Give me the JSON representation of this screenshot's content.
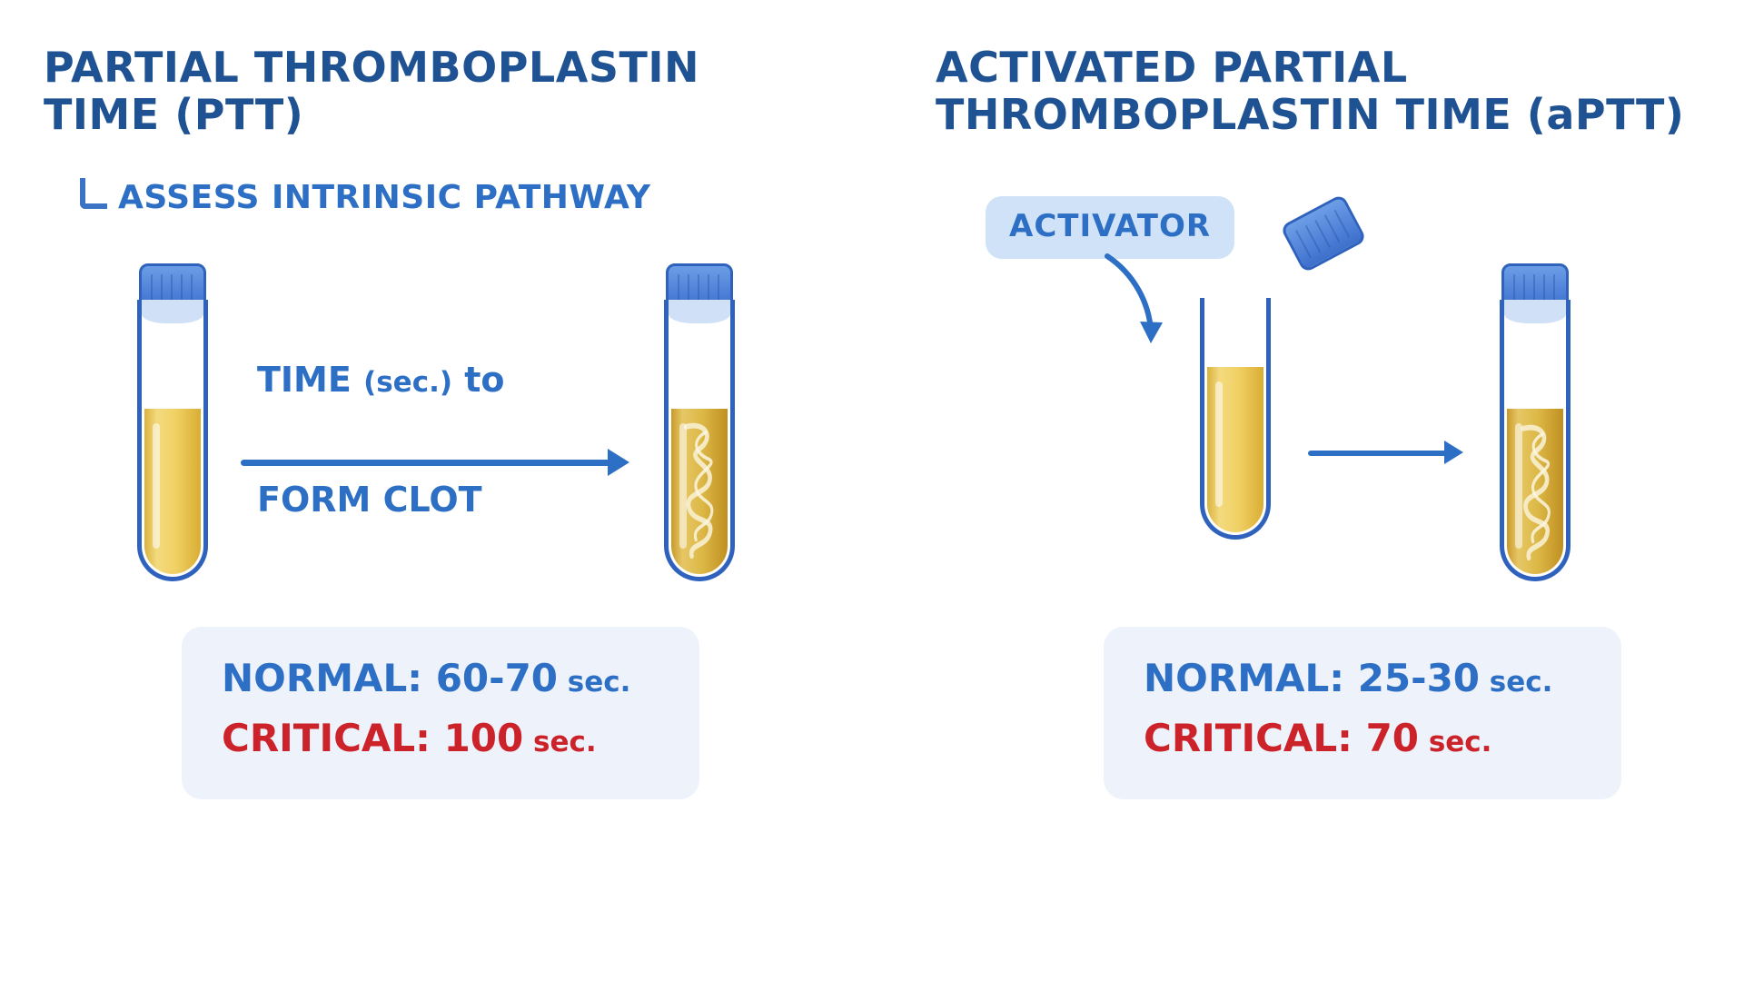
{
  "panels": [
    {
      "id": "ptt",
      "title": "PARTIAL THROMBOPLASTIN\nTIME (PTT)",
      "subtitle": "ASSESS INTRINSIC PATHWAY",
      "arrow": {
        "label_top": "TIME ",
        "label_top_paren": "(sec.)",
        "label_top_tail": " to",
        "label_bottom": "FORM CLOT"
      },
      "results": {
        "normal_label": "NORMAL: ",
        "normal_value": "60-70",
        "normal_unit": " sec.",
        "critical_label": "CRITICAL: ",
        "critical_value": "100",
        "critical_unit": " sec."
      }
    },
    {
      "id": "aptt",
      "title": "ACTIVATED PARTIAL\nTHROMBOPLASTIN TIME (aPTT)",
      "activator_label": "ACTIVATOR",
      "results": {
        "normal_label": "NORMAL: ",
        "normal_value": "25-30",
        "normal_unit": " sec.",
        "critical_label": "CRITICAL: ",
        "critical_value": "70",
        "critical_unit": " sec."
      }
    }
  ],
  "colors": {
    "title_blue": "#1f5293",
    "body_blue": "#2d6fc4",
    "critical_red": "#cc2229",
    "serum_yellow": "#f1d165",
    "cap_blue": "#4f82d8",
    "badge_bg": "#cfe2f7",
    "results_bg": "#eef2fb",
    "background": "#ffffff"
  }
}
